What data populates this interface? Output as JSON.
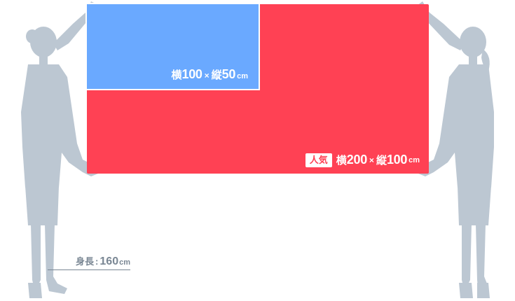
{
  "colors": {
    "large_banner": "#ff4154",
    "small_banner": "#6aa9ff",
    "silhouette": "#bcc7d2",
    "reference_text": "#7a8794"
  },
  "icons": {
    "left_figure": "person-holding-up-icon",
    "right_figure": "person-holding-up-icon"
  },
  "small_banner": {
    "width_kanji": "横",
    "width_value": "100",
    "times": "×",
    "height_kanji": "縦",
    "height_value": "50",
    "unit": "cm"
  },
  "large_banner": {
    "badge": "人気",
    "width_kanji": "横",
    "width_value": "200",
    "times": "×",
    "height_kanji": "縦",
    "height_value": "100",
    "unit": "cm"
  },
  "height_reference": {
    "label": "身長",
    "colon": ":",
    "value": "160",
    "unit": "cm"
  }
}
